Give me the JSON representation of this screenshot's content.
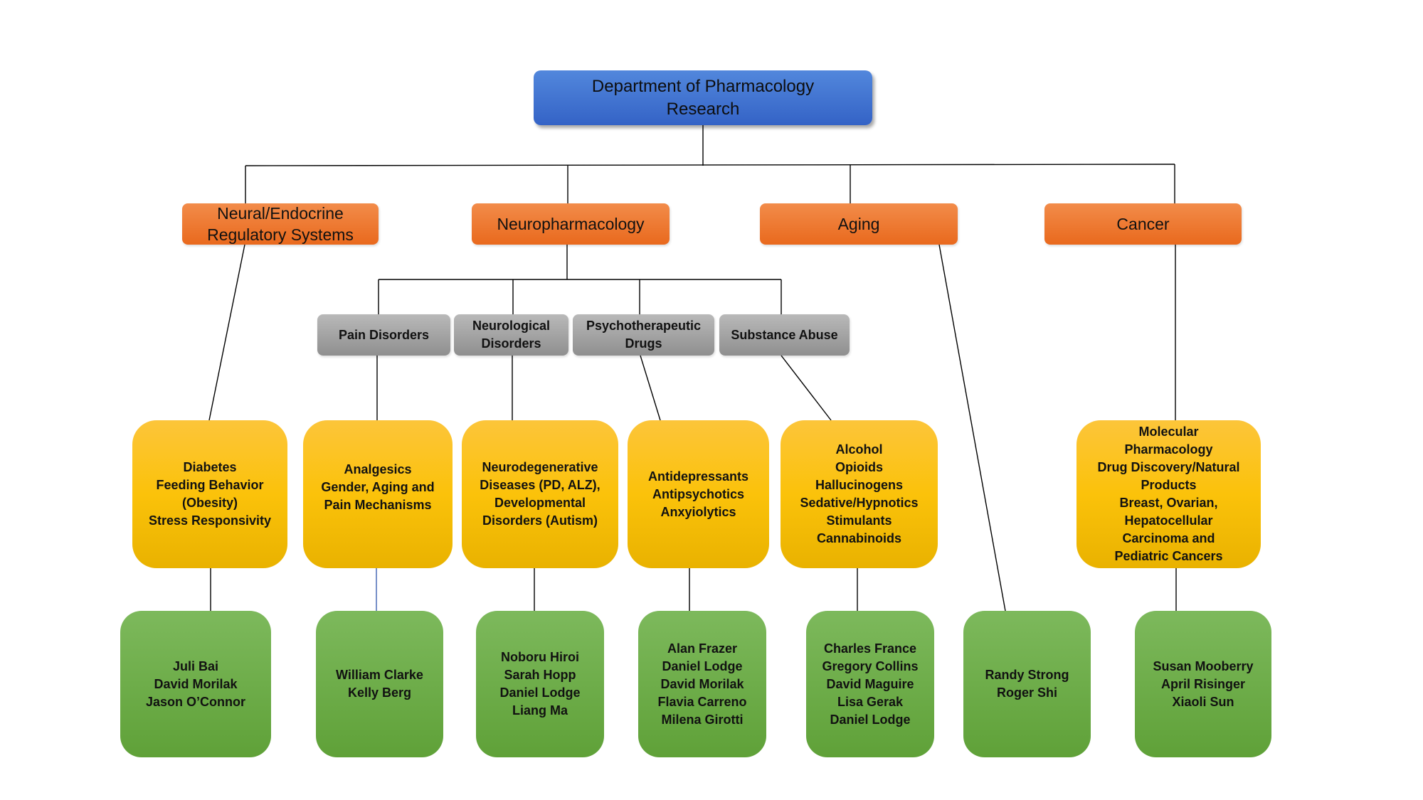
{
  "root": {
    "lines": [
      "Department of Pharmacology",
      "Research"
    ]
  },
  "divisions": [
    {
      "id": "neural",
      "lines": [
        "Neural/Endocrine",
        "Regulatory Systems"
      ]
    },
    {
      "id": "neuropharm",
      "lines": [
        "Neuropharmacology"
      ]
    },
    {
      "id": "aging",
      "lines": [
        "Aging"
      ]
    },
    {
      "id": "cancer",
      "lines": [
        "Cancer"
      ]
    }
  ],
  "subdivisions": [
    {
      "id": "pain",
      "parent": "neuropharm",
      "lines": [
        "Pain Disorders"
      ]
    },
    {
      "id": "neurological",
      "parent": "neuropharm",
      "lines": [
        "Neurological",
        "Disorders"
      ]
    },
    {
      "id": "psycho",
      "parent": "neuropharm",
      "lines": [
        "Psychotherapeutic",
        "Drugs"
      ]
    },
    {
      "id": "substance",
      "parent": "neuropharm",
      "lines": [
        "Substance Abuse"
      ]
    }
  ],
  "topics": [
    {
      "id": "diabetes",
      "parent": "neural",
      "lines": [
        "Diabetes",
        "Feeding Behavior",
        "(Obesity)",
        "Stress Responsivity"
      ]
    },
    {
      "id": "analgesics",
      "parent": "pain",
      "lines": [
        "Analgesics",
        "Gender, Aging and",
        "Pain Mechanisms"
      ]
    },
    {
      "id": "neurodeg",
      "parent": "neurological",
      "lines": [
        "Neurodegenerative",
        "Diseases (PD, ALZ),",
        "Developmental",
        "Disorders (Autism)"
      ]
    },
    {
      "id": "antidep",
      "parent": "psycho",
      "lines": [
        "Antidepressants",
        "Antipsychotics",
        "Anxyiolytics"
      ]
    },
    {
      "id": "alcohol",
      "parent": "substance",
      "lines": [
        "Alcohol",
        "Opioids",
        "Hallucinogens",
        "Sedative/Hypnotics",
        "Stimulants",
        "Cannabinoids"
      ]
    },
    {
      "id": "molecular",
      "parent": "cancer",
      "lines": [
        "Molecular",
        "Pharmacology",
        "Drug Discovery/Natural",
        "Products",
        "Breast, Ovarian,",
        "Hepatocellular",
        "Carcinoma and",
        "Pediatric Cancers"
      ]
    }
  ],
  "faculty": [
    {
      "id": "f-diabetes",
      "parent": "diabetes",
      "lines": [
        "Juli Bai",
        "David Morilak",
        "Jason O’Connor"
      ]
    },
    {
      "id": "f-analgesics",
      "parent": "analgesics",
      "lines": [
        "William Clarke",
        "Kelly Berg"
      ]
    },
    {
      "id": "f-neurodeg",
      "parent": "neurodeg",
      "lines": [
        "Noboru Hiroi",
        "Sarah Hopp",
        "Daniel Lodge",
        "Liang Ma"
      ]
    },
    {
      "id": "f-antidep",
      "parent": "antidep",
      "lines": [
        "Alan Frazer",
        "Daniel Lodge",
        "David Morilak",
        "Flavia Carreno",
        "Milena Girotti"
      ]
    },
    {
      "id": "f-alcohol",
      "parent": "alcohol",
      "lines": [
        "Charles France",
        "Gregory Collins",
        "David Maguire",
        "Lisa Gerak",
        "Daniel Lodge"
      ]
    },
    {
      "id": "f-aging",
      "parent": "aging",
      "lines": [
        "Randy Strong",
        "Roger Shi"
      ]
    },
    {
      "id": "f-molecular",
      "parent": "molecular",
      "lines": [
        "Susan Mooberry",
        "April Risinger",
        "Xiaoli Sun"
      ]
    }
  ],
  "colors": {
    "root": "#4173d0",
    "division": "#ed7a31",
    "subdivision": "#a5a5a5",
    "topic": "#fbc20a",
    "faculty": "#70ad47",
    "connector": "#000000"
  }
}
